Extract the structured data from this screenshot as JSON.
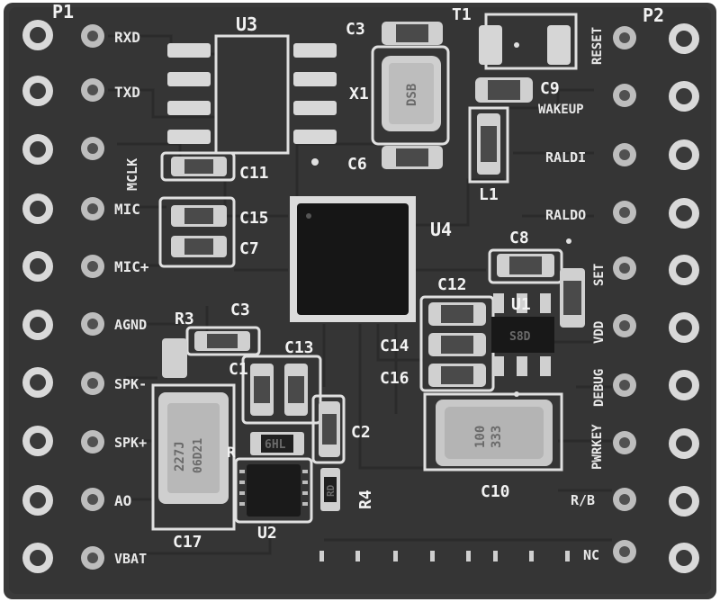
{
  "board": {
    "connectors": {
      "left": "P1",
      "right": "P2"
    },
    "pin_labels_left": [
      "RXD",
      "TXD",
      "MCLK",
      "MIC",
      "MIC+",
      "AGND",
      "SPK-",
      "SPK+",
      "AO",
      "VBAT"
    ],
    "pin_labels_right": [
      "RESET",
      "WAKEUP",
      "RALDI",
      "RALDO",
      "SET",
      "VDD",
      "DEBUG",
      "PWRKEY",
      "R/B",
      "NC"
    ],
    "component_labels": {
      "u3": "U3",
      "u4": "U4",
      "u1": "U1",
      "u2": "U2",
      "c3_top": "C3",
      "t1": "T1",
      "x1": "X1",
      "c9": "C9",
      "c6": "C6",
      "l1": "L1",
      "c11": "C11",
      "c15": "C15",
      "c7": "C7",
      "c8": "C8",
      "c12": "C12",
      "r3": "R3",
      "c3": "C3",
      "c13": "C13",
      "c1": "C1",
      "c14": "C14",
      "c16": "C16",
      "c2": "C2",
      "r4": "R4",
      "c10": "C10",
      "c17": "C17",
      "r_mid": "R"
    },
    "part_markings": {
      "crystal": "DSB",
      "c17_value": "227J",
      "c17_code": "06D21",
      "c10_value": "100",
      "c10_code": "333",
      "u1_code": "S8D",
      "resistor_code": "6HL",
      "small_resistor": "RD"
    }
  }
}
